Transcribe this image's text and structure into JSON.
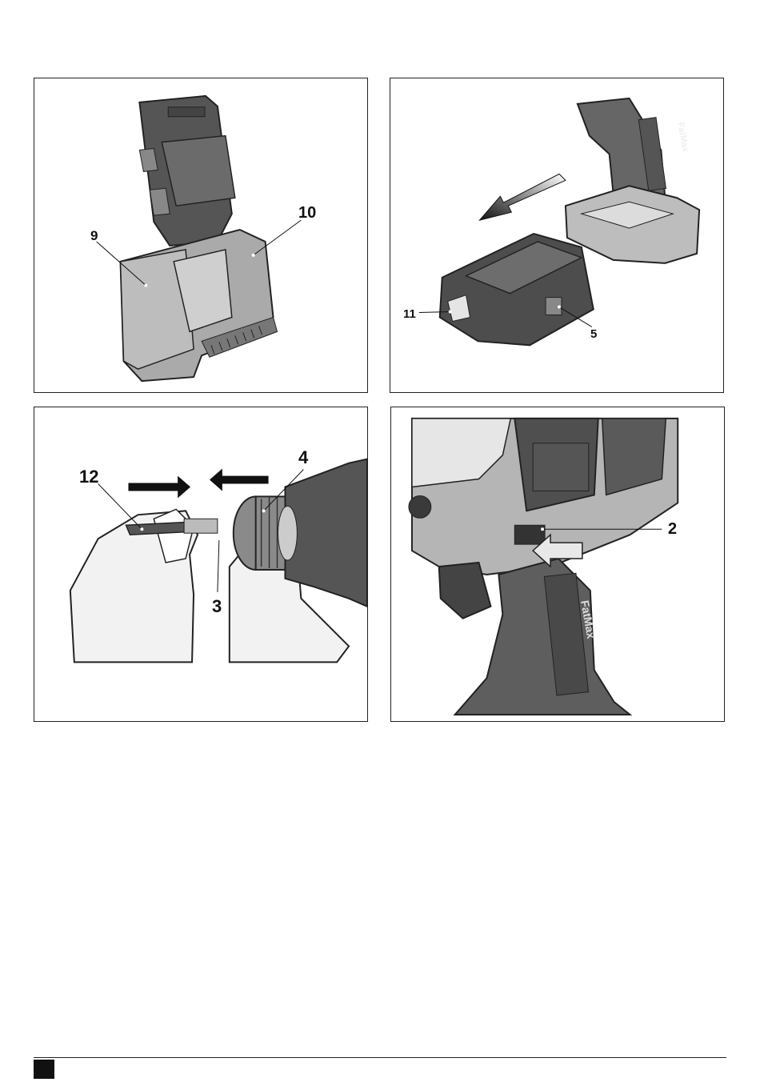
{
  "figures": [
    {
      "id": "fig-1",
      "callouts": [
        "9",
        "10"
      ]
    },
    {
      "id": "fig-2",
      "callouts": [
        "11",
        "5"
      ],
      "brand": "FatMax"
    },
    {
      "id": "fig-3",
      "callouts": [
        "12",
        "4",
        "3"
      ]
    },
    {
      "id": "fig-4",
      "callouts": [
        "2"
      ],
      "brand": "FatMax"
    }
  ]
}
